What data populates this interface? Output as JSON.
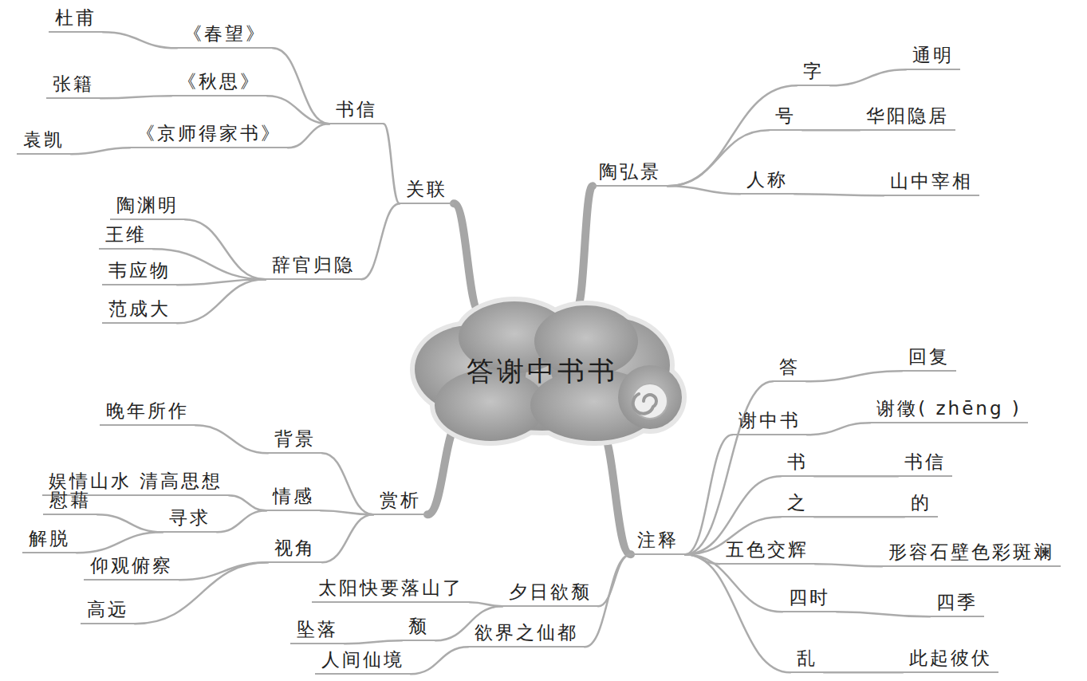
{
  "diagram": {
    "nodes": [
      {
        "text": [
          "答谢中书书"
        ]
      },
      {
        "text": [
          "陶弘景"
        ]
      },
      {
        "text": [
          "字"
        ]
      },
      {
        "text": [
          "通明"
        ]
      },
      {
        "text": [
          "号"
        ]
      },
      {
        "text": [
          "华阳隐居"
        ]
      },
      {
        "text": [
          "人称"
        ]
      },
      {
        "text": [
          "山中宰相"
        ]
      },
      {
        "text": [
          "关联"
        ]
      },
      {
        "text": [
          "书信"
        ]
      },
      {
        "text": [
          "《春望》"
        ]
      },
      {
        "text": [
          "杜甫"
        ]
      },
      {
        "text": [
          "《秋思》"
        ]
      },
      {
        "text": [
          "张籍"
        ]
      },
      {
        "text": [
          "《京师得家书》"
        ]
      },
      {
        "text": [
          "袁凯"
        ]
      },
      {
        "text": [
          "辞官归隐"
        ]
      },
      {
        "text": [
          "陶渊明"
        ]
      },
      {
        "text": [
          "王维"
        ]
      },
      {
        "text": [
          "韦应物"
        ]
      },
      {
        "text": [
          "范成大"
        ]
      },
      {
        "text": [
          "赏析"
        ]
      },
      {
        "text": [
          "背景"
        ]
      },
      {
        "text": [
          "晚年所作"
        ]
      },
      {
        "text": [
          "情感"
        ]
      },
      {
        "text": [
          "娱情山水 清高思想"
        ]
      },
      {
        "text": [
          "寻求"
        ]
      },
      {
        "text": [
          "慰藉"
        ]
      },
      {
        "text": [
          "解脱"
        ]
      },
      {
        "text": [
          "视角"
        ]
      },
      {
        "text": [
          "仰观俯察"
        ]
      },
      {
        "text": [
          "高远"
        ]
      },
      {
        "text": [
          "注释"
        ]
      },
      {
        "text": [
          "答"
        ]
      },
      {
        "text": [
          "回复"
        ]
      },
      {
        "text": [
          "谢中书"
        ]
      },
      {
        "text": [
          "谢徵( zhēng )"
        ]
      },
      {
        "text": [
          "书"
        ]
      },
      {
        "text": [
          "书信"
        ]
      },
      {
        "text": [
          "之"
        ]
      },
      {
        "text": [
          "的"
        ]
      },
      {
        "text": [
          "五色交辉"
        ]
      },
      {
        "text": [
          "形容石壁色彩斑斓"
        ]
      },
      {
        "text": [
          "四时"
        ]
      },
      {
        "text": [
          "四季"
        ]
      },
      {
        "text": [
          "乱"
        ]
      },
      {
        "text": [
          "此起彼伏"
        ]
      },
      {
        "text": [
          "夕日欲颓"
        ]
      },
      {
        "text": [
          "太阳快要落山了"
        ]
      },
      {
        "text": [
          "颓"
        ]
      },
      {
        "text": [
          "坠落"
        ]
      },
      {
        "text": [
          "欲界之仙都"
        ]
      },
      {
        "text": [
          "人间仙境"
        ]
      }
    ],
    "edges": [
      {
        "from": 0,
        "to": 1,
        "arrow": "none"
      },
      {
        "from": 1,
        "to": 2,
        "arrow": "none"
      },
      {
        "from": 2,
        "to": 3,
        "arrow": "none"
      },
      {
        "from": 1,
        "to": 4,
        "arrow": "none"
      },
      {
        "from": 4,
        "to": 5,
        "arrow": "none"
      },
      {
        "from": 1,
        "to": 6,
        "arrow": "none"
      },
      {
        "from": 6,
        "to": 7,
        "arrow": "none"
      },
      {
        "from": 0,
        "to": 8,
        "arrow": "none"
      },
      {
        "from": 8,
        "to": 9,
        "arrow": "none"
      },
      {
        "from": 9,
        "to": 10,
        "arrow": "none"
      },
      {
        "from": 10,
        "to": 11,
        "arrow": "none"
      },
      {
        "from": 9,
        "to": 12,
        "arrow": "none"
      },
      {
        "from": 12,
        "to": 13,
        "arrow": "none"
      },
      {
        "from": 9,
        "to": 14,
        "arrow": "none"
      },
      {
        "from": 14,
        "to": 15,
        "arrow": "none"
      },
      {
        "from": 8,
        "to": 16,
        "arrow": "none"
      },
      {
        "from": 16,
        "to": 17,
        "arrow": "none"
      },
      {
        "from": 16,
        "to": 18,
        "arrow": "none"
      },
      {
        "from": 16,
        "to": 19,
        "arrow": "none"
      },
      {
        "from": 16,
        "to": 20,
        "arrow": "none"
      },
      {
        "from": 0,
        "to": 21,
        "arrow": "none"
      },
      {
        "from": 21,
        "to": 22,
        "arrow": "none"
      },
      {
        "from": 22,
        "to": 23,
        "arrow": "none"
      },
      {
        "from": 21,
        "to": 24,
        "arrow": "none"
      },
      {
        "from": 24,
        "to": 25,
        "arrow": "none"
      },
      {
        "from": 24,
        "to": 26,
        "arrow": "none"
      },
      {
        "from": 26,
        "to": 27,
        "arrow": "none"
      },
      {
        "from": 26,
        "to": 28,
        "arrow": "none"
      },
      {
        "from": 21,
        "to": 29,
        "arrow": "none"
      },
      {
        "from": 29,
        "to": 30,
        "arrow": "none"
      },
      {
        "from": 29,
        "to": 31,
        "arrow": "none"
      },
      {
        "from": 0,
        "to": 32,
        "arrow": "none"
      },
      {
        "from": 32,
        "to": 33,
        "arrow": "none"
      },
      {
        "from": 33,
        "to": 34,
        "arrow": "none"
      },
      {
        "from": 32,
        "to": 35,
        "arrow": "none"
      },
      {
        "from": 35,
        "to": 36,
        "arrow": "none"
      },
      {
        "from": 32,
        "to": 37,
        "arrow": "none"
      },
      {
        "from": 37,
        "to": 38,
        "arrow": "none"
      },
      {
        "from": 32,
        "to": 39,
        "arrow": "none"
      },
      {
        "from": 39,
        "to": 40,
        "arrow": "none"
      },
      {
        "from": 32,
        "to": 41,
        "arrow": "none"
      },
      {
        "from": 41,
        "to": 42,
        "arrow": "none"
      },
      {
        "from": 32,
        "to": 43,
        "arrow": "none"
      },
      {
        "from": 43,
        "to": 44,
        "arrow": "none"
      },
      {
        "from": 32,
        "to": 45,
        "arrow": "none"
      },
      {
        "from": 45,
        "to": 46,
        "arrow": "none"
      },
      {
        "from": 32,
        "to": 47,
        "arrow": "none"
      },
      {
        "from": 47,
        "to": 48,
        "arrow": "none"
      },
      {
        "from": 47,
        "to": 49,
        "arrow": "none"
      },
      {
        "from": 49,
        "to": 50,
        "arrow": "none"
      },
      {
        "from": 32,
        "to": 51,
        "arrow": "none"
      },
      {
        "from": 51,
        "to": 52,
        "arrow": "none"
      }
    ]
  }
}
